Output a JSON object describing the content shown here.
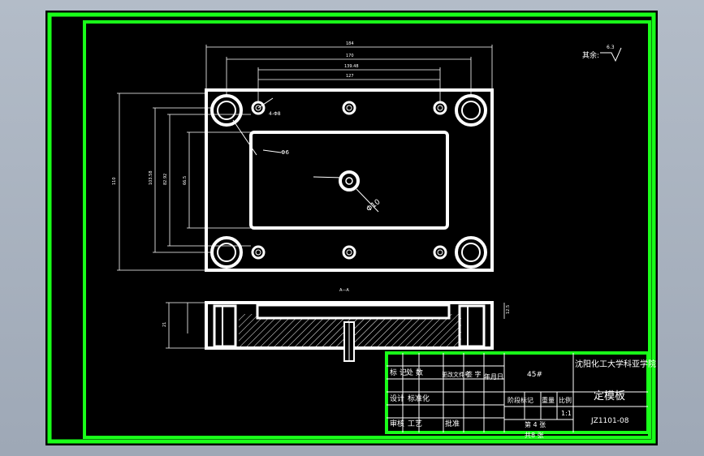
{
  "drawing": {
    "roughness_label": "其余:",
    "roughness_value": "6.3",
    "section_label": "A—A",
    "dims_top": [
      "184",
      "170",
      "139.48",
      "127"
    ],
    "dims_left": [
      "110",
      "103.58",
      "82.92",
      "66.5"
    ],
    "dims_section": [
      "21",
      "12.5"
    ],
    "hole_labels": [
      "4-Φ8",
      "Φ10",
      "Φ6"
    ]
  },
  "title_block": {
    "company": "沈阳化工大学科亚学院",
    "part_name": "定模板",
    "material": "45#",
    "drawing_no": "JZ1101-08",
    "scale": "1:1",
    "sheet_count": "共8 张",
    "sheet_no": "第 4 张",
    "rows": {
      "r1": [
        "标 记",
        "处 数"
      ],
      "r2": [
        "更改文件号",
        "签 字"
      ],
      "r3": [
        "设计",
        "标准化"
      ],
      "r4": [
        "审核",
        "工艺"
      ],
      "date_col": "年月日",
      "stage_label": "阶段标记",
      "weight_label": "重量",
      "scale_label": "比例",
      "approve": "批准"
    }
  }
}
